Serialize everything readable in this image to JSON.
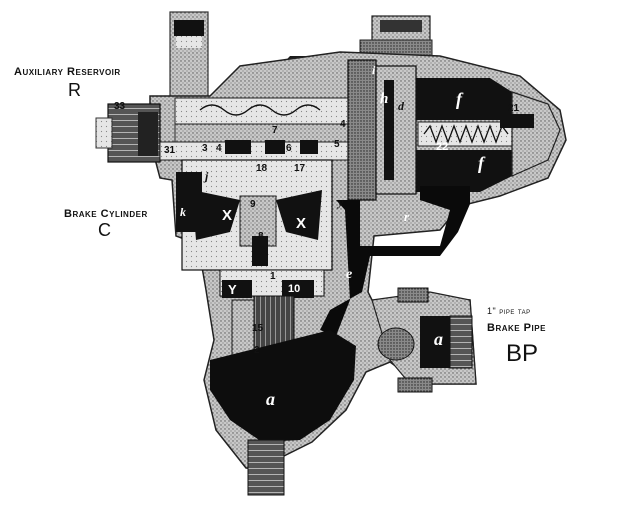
{
  "labels": {
    "auxiliary_reservoir": "Auxiliary Reservoir",
    "auxiliary_reservoir_letter": "R",
    "brake_cylinder": "Brake Cylinder",
    "brake_cylinder_letter": "C",
    "pipe_tap": "1\" pipe tap",
    "brake_pipe": "Brake Pipe",
    "brake_pipe_letters": "BP"
  },
  "callouts": {
    "n33": "33",
    "n31": "31",
    "n3": "3",
    "n4": "4",
    "n7": "7",
    "n41": "4",
    "n6": "6",
    "n5": "5",
    "n17": "17",
    "n18": "18",
    "n9": "9",
    "n8": "8",
    "nj": "j",
    "nX1": "X",
    "nX2": "X",
    "nX3": "X",
    "nY": "Y",
    "n10": "10",
    "n15": "15",
    "n2": "2",
    "n1": "1",
    "nh": "h",
    "nf1": "f",
    "nf2": "f",
    "n21": "21",
    "n22": "22",
    "ne": "e",
    "nr": "r",
    "nd": "d",
    "na1": "a",
    "na2": "a",
    "nk": "k",
    "ny": "y",
    "ni": "i"
  }
}
